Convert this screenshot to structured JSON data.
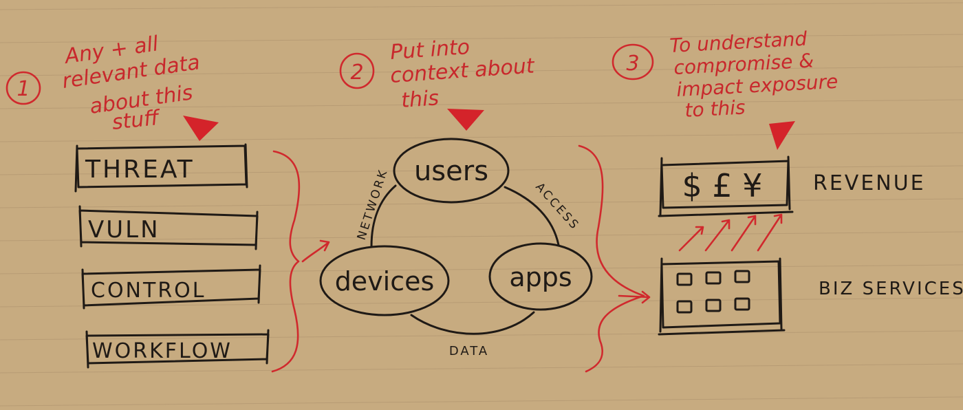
{
  "steps": [
    {
      "number": "1",
      "lines": [
        "Any + all",
        "relevant data",
        "about this",
        "stuff"
      ]
    },
    {
      "number": "2",
      "lines": [
        "Put into",
        "context about",
        "this"
      ]
    },
    {
      "number": "3",
      "lines": [
        "To understand",
        "compromise &",
        "impact exposure",
        "to this"
      ]
    }
  ],
  "data_types": [
    "THREAT",
    "VULN",
    "CONTROL",
    "WORKFLOW"
  ],
  "context": {
    "nodes": {
      "users": "users",
      "devices": "devices",
      "apps": "apps"
    },
    "links": {
      "network": "NETWORK",
      "access": "ACCESS",
      "data": "DATA"
    }
  },
  "impact": {
    "revenue_symbols": "$ £ ¥",
    "revenue_label": "REVENUE",
    "services_label": "BIZ SERVICES"
  }
}
